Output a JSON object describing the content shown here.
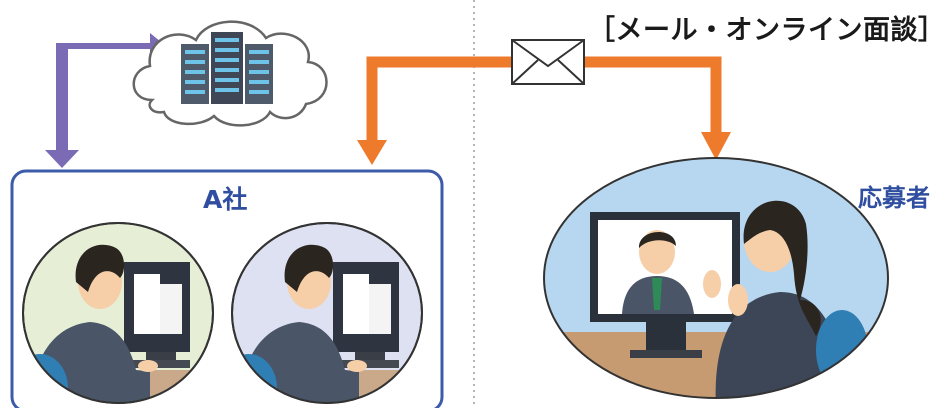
{
  "labels": {
    "meeting": "［メール・オンライン面談］",
    "company": "A社",
    "applicant": "応募者"
  },
  "colors": {
    "arrow_purple": "#7b6bb5",
    "arrow_orange": "#ee7a2c",
    "company_frame": "#3c5ba8",
    "label_blue": "#2f4ea0",
    "divider": "#b5b5b5"
  },
  "icons": [
    "cloud-server-icon",
    "envelope-icon"
  ]
}
